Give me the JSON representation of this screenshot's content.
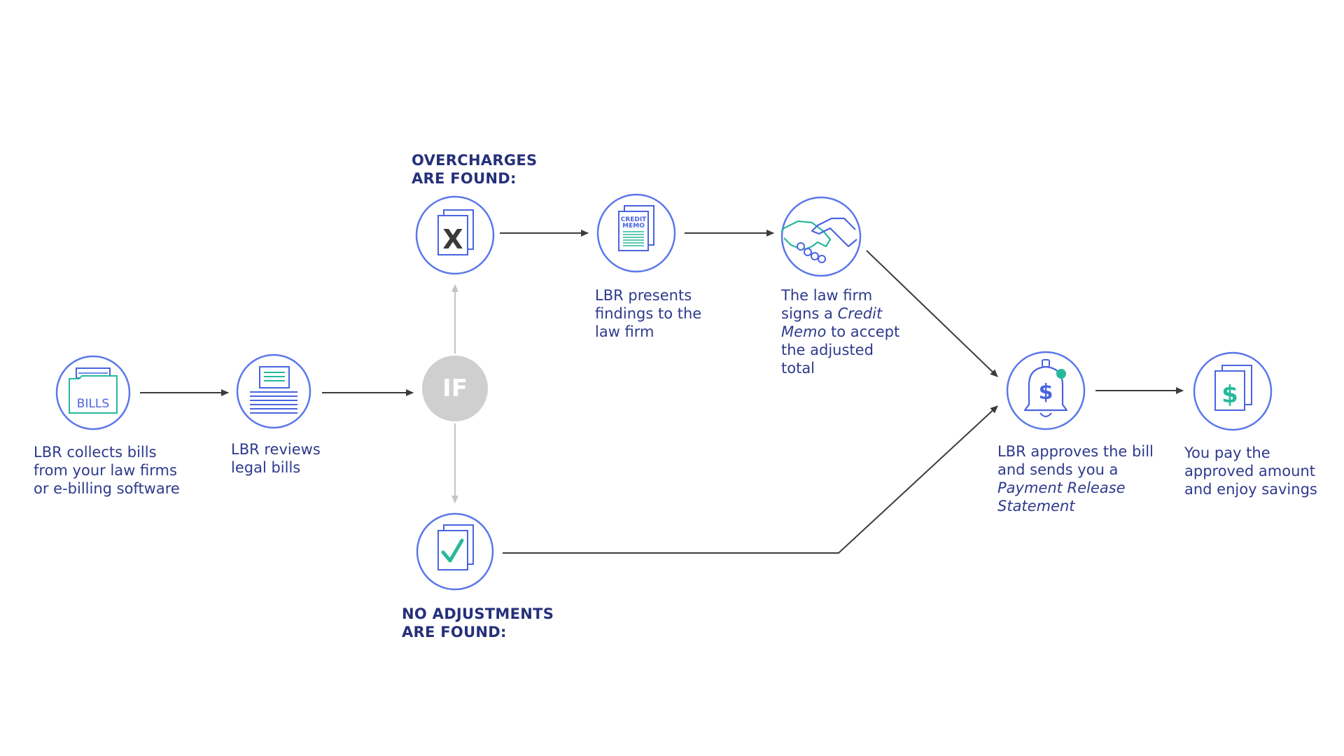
{
  "colors": {
    "circle_stroke": "#5b78ea",
    "icon_blue": "#4a64e0",
    "icon_green": "#26b99a",
    "text_blue": "#2e3a8c",
    "heading_blue": "#26307a",
    "arrow_dark": "#3c3c3c",
    "arrow_gray": "#c4c4c4",
    "if_gray": "#cfcfcf"
  },
  "headings": {
    "overcharges": [
      "OVERCHARGES",
      "ARE FOUND:"
    ],
    "no_adjustments": [
      "NO ADJUSTMENTS",
      "ARE FOUND:"
    ]
  },
  "decision": {
    "label": "IF"
  },
  "steps": {
    "collect": {
      "icon": "bills-folder-icon",
      "icon_text": "BILLS",
      "lines": [
        "LBR collects bills",
        "from your law firms",
        "or e-billing software"
      ]
    },
    "review": {
      "icon": "document-stack-icon",
      "lines": [
        "LBR reviews",
        "legal bills"
      ]
    },
    "overcharge": {
      "icon": "document-x-icon",
      "icon_text": "X"
    },
    "no_adjust": {
      "icon": "document-check-icon"
    },
    "present": {
      "icon": "credit-memo-icon",
      "icon_text": [
        "CREDIT",
        "MEMO"
      ],
      "lines": [
        "LBR presents",
        "findings to the",
        "law firm"
      ]
    },
    "sign": {
      "icon": "handshake-icon",
      "l1": "The law firm",
      "l2a": "signs a ",
      "l2b": "Credit",
      "l3a": "Memo",
      "l3b": " to accept",
      "l4": "the adjusted",
      "l5": "total"
    },
    "approve": {
      "icon": "bell-dollar-icon",
      "l1": "LBR approves the bill",
      "l2": "and sends you a",
      "l3": "Payment Release",
      "l4": "Statement"
    },
    "pay": {
      "icon": "dollar-document-icon",
      "lines": [
        "You pay the",
        "approved amount",
        "and enjoy savings"
      ]
    }
  }
}
